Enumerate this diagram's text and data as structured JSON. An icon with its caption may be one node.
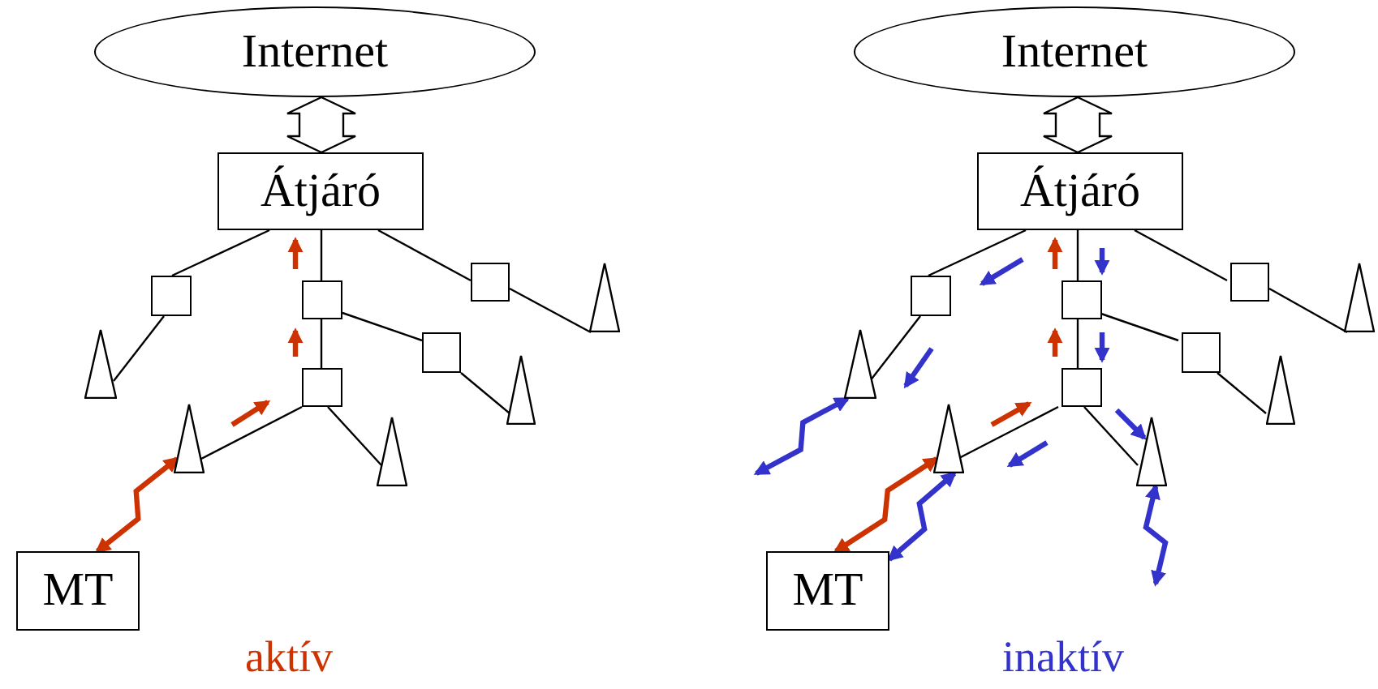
{
  "diagram": {
    "nodes": [
      {
        "text": [
          "Internet"
        ]
      },
      {
        "text": [
          "Átjáró"
        ]
      },
      {
        "text": [],
        "shape": "box"
      },
      {
        "text": [],
        "shape": "box"
      },
      {
        "text": [],
        "shape": "box"
      },
      {
        "text": [],
        "shape": "triangle"
      },
      {
        "text": [],
        "shape": "box"
      },
      {
        "text": [],
        "shape": "triangle"
      },
      {
        "text": [],
        "shape": "box"
      },
      {
        "text": [],
        "shape": "triangle"
      },
      {
        "text": [],
        "shape": "triangle"
      },
      {
        "text": [],
        "shape": "triangle"
      },
      {
        "text": [
          "MT"
        ]
      },
      {
        "text": [
          "Internet"
        ]
      },
      {
        "text": [
          "Átjáró"
        ]
      },
      {
        "text": [],
        "shape": "box"
      },
      {
        "text": [],
        "shape": "box"
      },
      {
        "text": [],
        "shape": "box"
      },
      {
        "text": [],
        "shape": "triangle"
      },
      {
        "text": [],
        "shape": "box"
      },
      {
        "text": [],
        "shape": "triangle"
      },
      {
        "text": [],
        "shape": "box"
      },
      {
        "text": [],
        "shape": "triangle"
      },
      {
        "text": [],
        "shape": "triangle"
      },
      {
        "text": [],
        "shape": "triangle"
      },
      {
        "text": [
          "MT"
        ]
      }
    ],
    "edges": [
      {
        "from": 0,
        "to": 1,
        "arrow": "both"
      },
      {
        "from": 1,
        "to": 2,
        "arrow": "none"
      },
      {
        "from": 1,
        "to": 3,
        "arrow": "none"
      },
      {
        "from": 1,
        "to": 4,
        "arrow": "none"
      },
      {
        "from": 2,
        "to": 5,
        "arrow": "none"
      },
      {
        "from": 3,
        "to": 6,
        "arrow": "none"
      },
      {
        "from": 3,
        "to": 8,
        "arrow": "none"
      },
      {
        "from": 4,
        "to": 7,
        "arrow": "none"
      },
      {
        "from": 6,
        "to": 9,
        "arrow": "none"
      },
      {
        "from": 8,
        "to": 10,
        "arrow": "none"
      },
      {
        "from": 8,
        "to": 11,
        "arrow": "none"
      },
      {
        "from": 12,
        "to": 10,
        "arrow": "both",
        "style": "thick",
        "color": "#cc3300"
      },
      {
        "from": 13,
        "to": 14,
        "arrow": "both"
      },
      {
        "from": 14,
        "to": 15,
        "arrow": "none"
      },
      {
        "from": 14,
        "to": 16,
        "arrow": "none"
      },
      {
        "from": 14,
        "to": 17,
        "arrow": "none"
      },
      {
        "from": 15,
        "to": 18,
        "arrow": "none"
      },
      {
        "from": 16,
        "to": 19,
        "arrow": "none"
      },
      {
        "from": 16,
        "to": 21,
        "arrow": "none"
      },
      {
        "from": 17,
        "to": 20,
        "arrow": "none"
      },
      {
        "from": 19,
        "to": 22,
        "arrow": "none"
      },
      {
        "from": 21,
        "to": 23,
        "arrow": "none"
      },
      {
        "from": 21,
        "to": 24,
        "arrow": "none"
      },
      {
        "from": 25,
        "to": 23,
        "arrow": "both",
        "style": "thick",
        "color": "#cc3300"
      },
      {
        "from": 25,
        "to": 23,
        "arrow": "both",
        "style": "thick",
        "color": "#3333cc"
      },
      {
        "from": 18,
        "to": null,
        "arrow": "both",
        "style": "thick",
        "color": "#3333cc"
      },
      {
        "from": 24,
        "to": null,
        "arrow": "both",
        "style": "thick",
        "color": "#3333cc"
      }
    ],
    "labels": [
      "aktív",
      "inaktív"
    ]
  }
}
